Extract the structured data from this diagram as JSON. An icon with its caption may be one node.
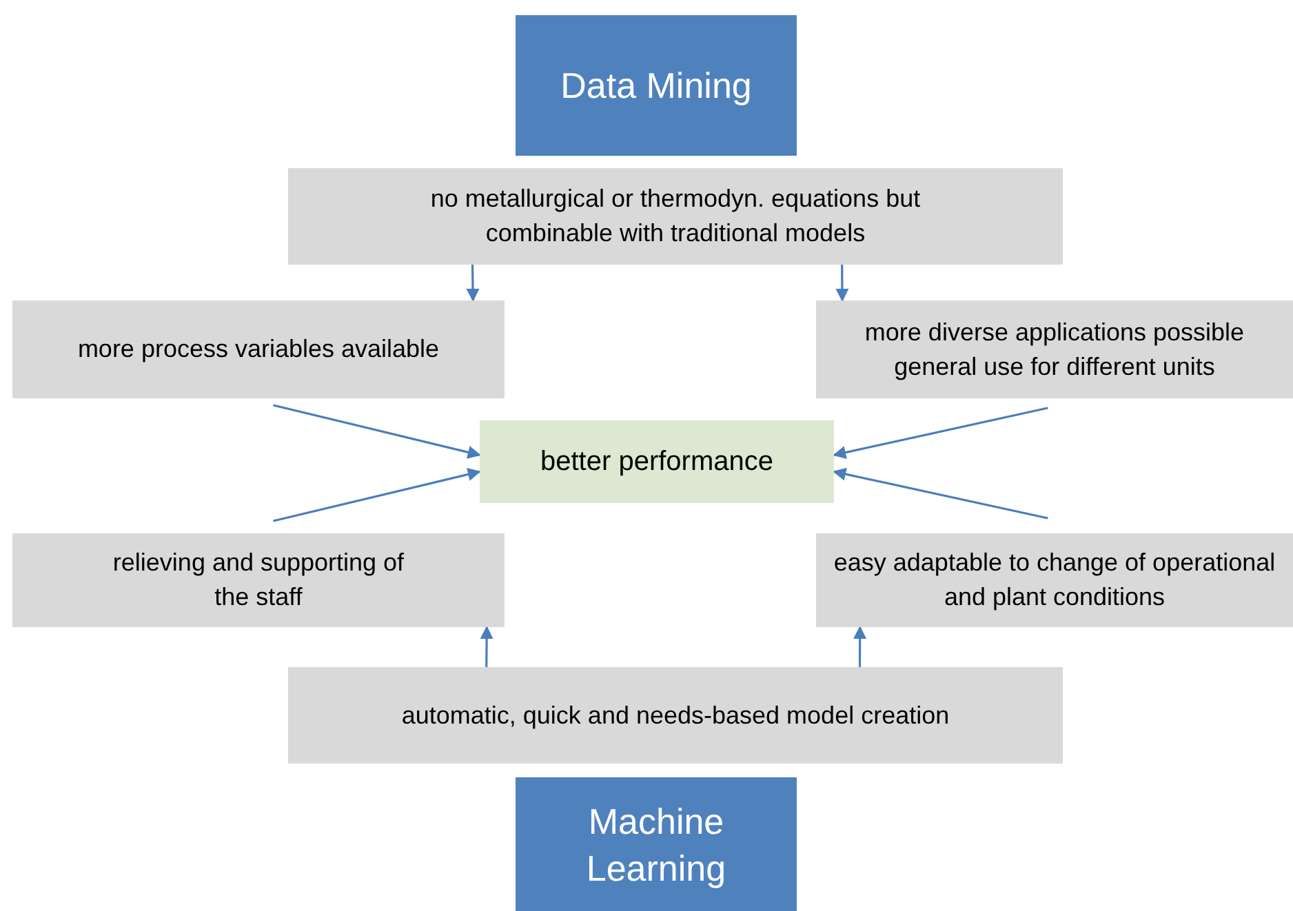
{
  "diagram": {
    "nodes": [
      {
        "text": [
          "Data Mining"
        ]
      },
      {
        "text": [
          "no metallurgical or thermodyn. equations but combinable with traditional models"
        ]
      },
      {
        "text": [
          "more process variables available"
        ]
      },
      {
        "text": [
          "more diverse applications possible",
          "general use for different units"
        ]
      },
      {
        "text": [
          "better performance"
        ]
      },
      {
        "text": [
          "relieving and supporting of the staff"
        ]
      },
      {
        "text": [
          "easy adaptable to change of operational and plant conditions"
        ]
      },
      {
        "text": [
          "automatic, quick and needs-based model creation"
        ]
      },
      {
        "text": [
          "Machine Learning"
        ]
      }
    ],
    "edges": [
      {
        "from": 1,
        "to": 2,
        "arrow": "to"
      },
      {
        "from": 1,
        "to": 3,
        "arrow": "to"
      },
      {
        "from": 2,
        "to": 4,
        "arrow": "to"
      },
      {
        "from": 3,
        "to": 4,
        "arrow": "to"
      },
      {
        "from": 5,
        "to": 4,
        "arrow": "to"
      },
      {
        "from": 6,
        "to": 4,
        "arrow": "to"
      },
      {
        "from": 7,
        "to": 5,
        "arrow": "to"
      },
      {
        "from": 7,
        "to": 6,
        "arrow": "to"
      }
    ]
  }
}
